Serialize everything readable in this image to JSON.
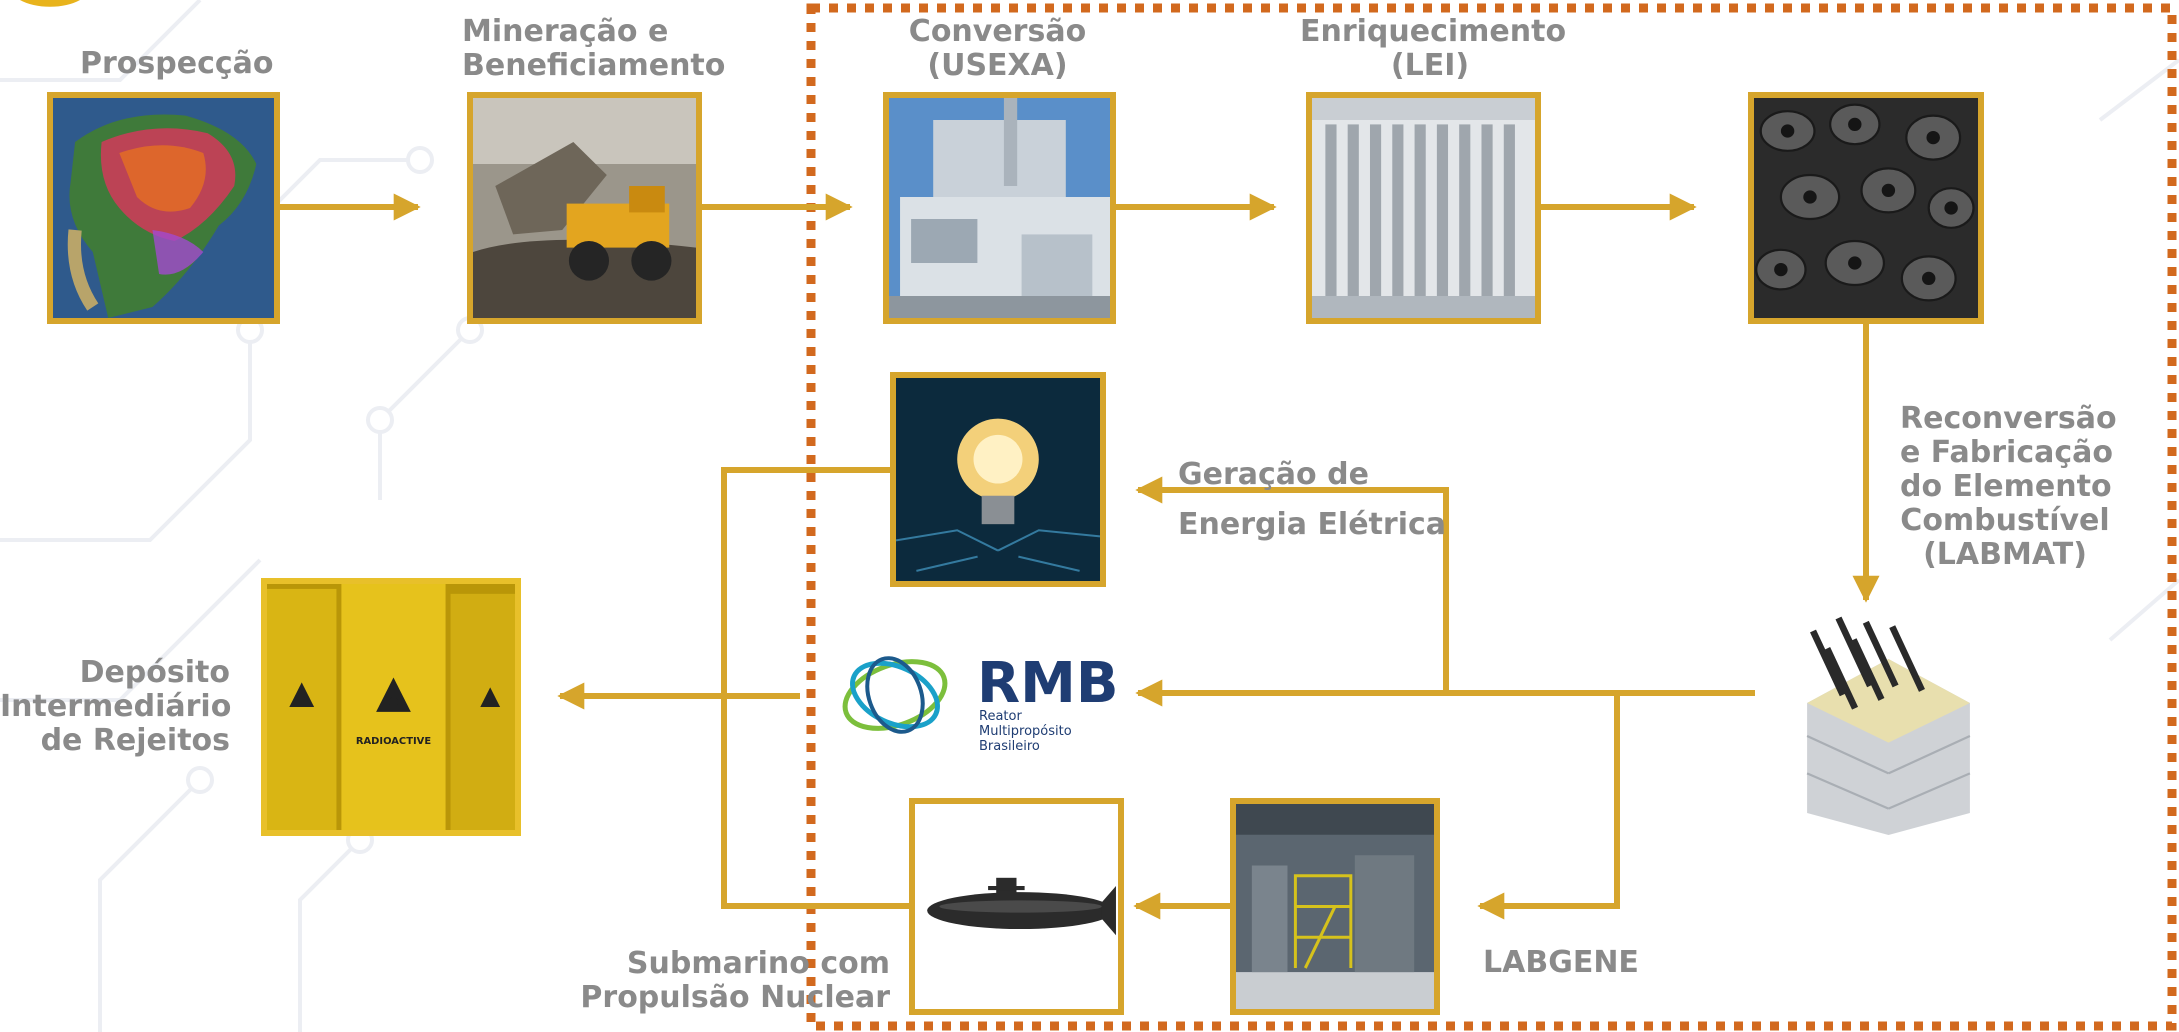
{
  "colors": {
    "arrow": "#d6a52c",
    "frame": "#d6a52c",
    "dotted_border": "#d2691e",
    "label": "#8a8a8a"
  },
  "stages": {
    "prospeccao": {
      "lines": [
        "Prospecção"
      ],
      "image": "brazil-map"
    },
    "mineracao": {
      "lines": [
        "Mineração e",
        "Beneficiamento"
      ],
      "image": "mining-truck"
    },
    "conversao": {
      "lines": [
        "Conversão",
        "(USEXA)"
      ],
      "image": "conversion-plant"
    },
    "enriquecimento": {
      "lines": [
        "Enriquecimento",
        "(LEI)"
      ],
      "image": "centrifuge-cascade"
    },
    "pastilhas": {
      "image": "uranium-pellets"
    },
    "reconversao": {
      "lines": [
        "Reconversão",
        "e Fabricação",
        "do Elemento",
        "Combustível",
        "(LABMAT)"
      ]
    },
    "elemento": {
      "image": "fuel-assembly"
    },
    "geracao": {
      "lines": [
        "Geração de",
        "Energia Elétrica"
      ],
      "image": "light-bulb"
    },
    "rmb": {
      "logo_text": "RMB",
      "subtitle_lines": [
        "Reator",
        "Multipropósito",
        "Brasileiro"
      ],
      "image": "rmb-logo"
    },
    "labgene": {
      "lines": [
        "LABGENE"
      ],
      "image": "labgene-hall"
    },
    "submarino": {
      "lines": [
        "Submarino com",
        "Propulsão Nuclear"
      ],
      "image": "submarine"
    },
    "deposito": {
      "lines": [
        "Depósito",
        "Intermediário",
        "de Rejeitos"
      ],
      "image": "radioactive-barrels",
      "barrel_text": "RADIOACTIVE"
    }
  }
}
